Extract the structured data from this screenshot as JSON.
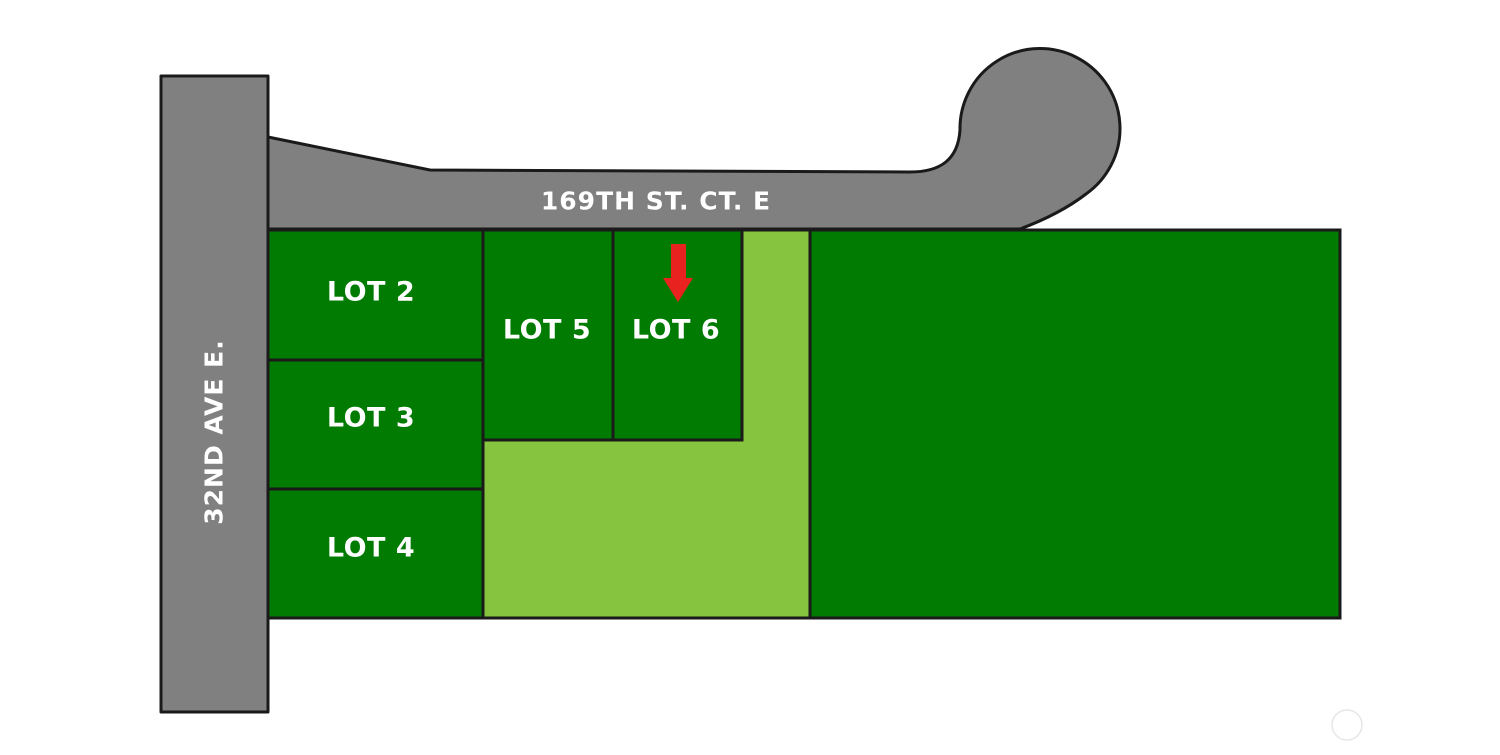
{
  "map": {
    "streets": {
      "main_street": "169TH ST. CT. E",
      "side_street": "32ND AVE E."
    },
    "lots": [
      {
        "id": "lot-2",
        "label": "LOT 2"
      },
      {
        "id": "lot-3",
        "label": "LOT 3"
      },
      {
        "id": "lot-4",
        "label": "LOT 4"
      },
      {
        "id": "lot-5",
        "label": "LOT 5"
      },
      {
        "id": "lot-6",
        "label": "LOT 6",
        "highlighted": true
      }
    ],
    "marker": {
      "target_lot": "lot-6",
      "icon": "down-arrow-icon"
    },
    "colors": {
      "road": "#808080",
      "lot": "#027b02",
      "open_space": "#86c440",
      "outline": "#1a1a1a",
      "marker": "#e8231f",
      "background": "#ffffff"
    }
  }
}
